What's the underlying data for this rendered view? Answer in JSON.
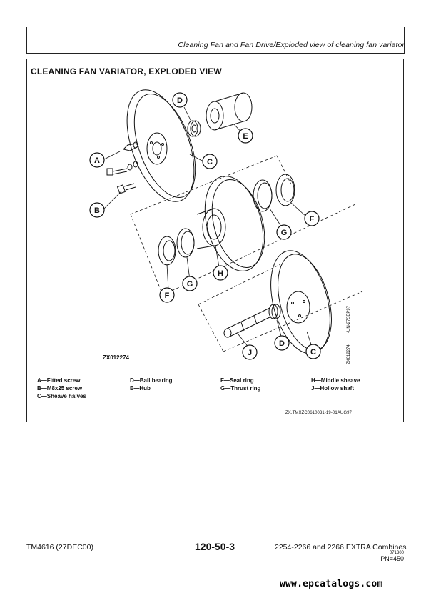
{
  "header": {
    "section_title": "Cleaning Fan and Fan Drive/Exploded view of cleaning fan variator"
  },
  "figure": {
    "title": "CLEANING FAN VARIATOR, EXPLODED VIEW",
    "figure_code": "ZX012274",
    "side_code_1": "-UN-27SEP97",
    "side_code_2": "ZX012274",
    "callouts": [
      "A",
      "B",
      "C",
      "C",
      "D",
      "D",
      "E",
      "F",
      "F",
      "G",
      "G",
      "H",
      "J"
    ],
    "legend": [
      [
        "A—Fitted screw",
        "B—M8x25 screw",
        "C—Sheave halves"
      ],
      [
        "D—Ball bearing",
        "E—Hub"
      ],
      [
        "F—Seal ring",
        "G—Thrust ring"
      ],
      [
        "H—Middle sheave",
        "J—Hollow shaft"
      ]
    ],
    "reference_code": "ZX,TMXZC0610031-19-01AUG97"
  },
  "footer": {
    "manual": "TM4616 (27DEC00)",
    "page": "120-50-3",
    "product": "2254-2266 and 2266 EXTRA Combines",
    "small_code": "071300",
    "pn": "PN=450"
  },
  "watermark": "www.epcatalogs.com"
}
